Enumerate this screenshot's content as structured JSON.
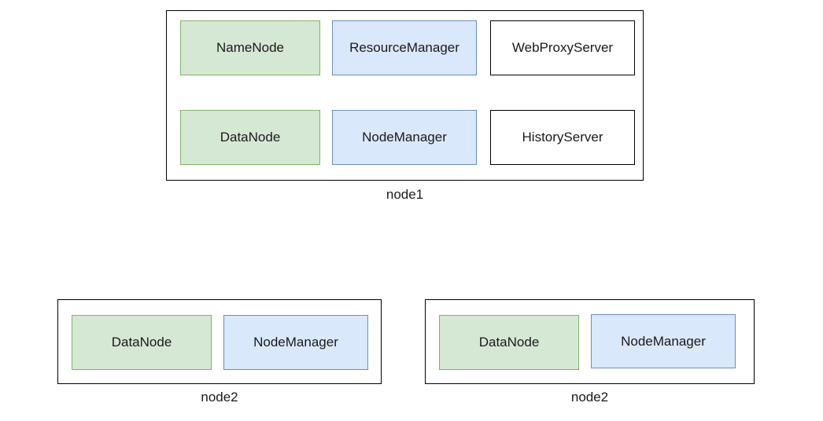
{
  "colors": {
    "hdfs_fill": "#d5e8d4",
    "hdfs_border": "#82b366",
    "yarn_fill": "#dae8fc",
    "yarn_border": "#6c8ebf",
    "other_fill": "#ffffff",
    "other_border": "#000000"
  },
  "nodes": [
    {
      "label": "node1",
      "services": [
        {
          "name": "NameNode",
          "style": "green"
        },
        {
          "name": "ResourceManager",
          "style": "blue"
        },
        {
          "name": "WebProxyServer",
          "style": "white"
        },
        {
          "name": "DataNode",
          "style": "green"
        },
        {
          "name": "NodeManager",
          "style": "blue"
        },
        {
          "name": "HistoryServer",
          "style": "white"
        }
      ]
    },
    {
      "label": "node2",
      "services": [
        {
          "name": "DataNode",
          "style": "green"
        },
        {
          "name": "NodeManager",
          "style": "blue"
        }
      ]
    },
    {
      "label": "node2",
      "services": [
        {
          "name": "DataNode",
          "style": "green"
        },
        {
          "name": "NodeManager",
          "style": "blue"
        }
      ]
    }
  ]
}
